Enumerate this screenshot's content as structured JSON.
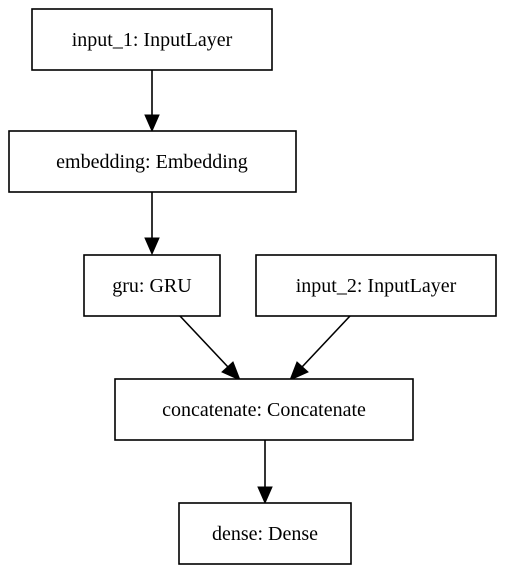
{
  "nodes": {
    "input_1": "input_1: InputLayer",
    "embedding": "embedding: Embedding",
    "gru": "gru: GRU",
    "input_2": "input_2: InputLayer",
    "concatenate": "concatenate: Concatenate",
    "dense": "dense: Dense"
  },
  "edges": [
    {
      "from": "input_1",
      "to": "embedding"
    },
    {
      "from": "embedding",
      "to": "gru"
    },
    {
      "from": "gru",
      "to": "concatenate"
    },
    {
      "from": "input_2",
      "to": "concatenate"
    },
    {
      "from": "concatenate",
      "to": "dense"
    }
  ],
  "colors": {
    "stroke": "#000000",
    "background": "#ffffff"
  }
}
